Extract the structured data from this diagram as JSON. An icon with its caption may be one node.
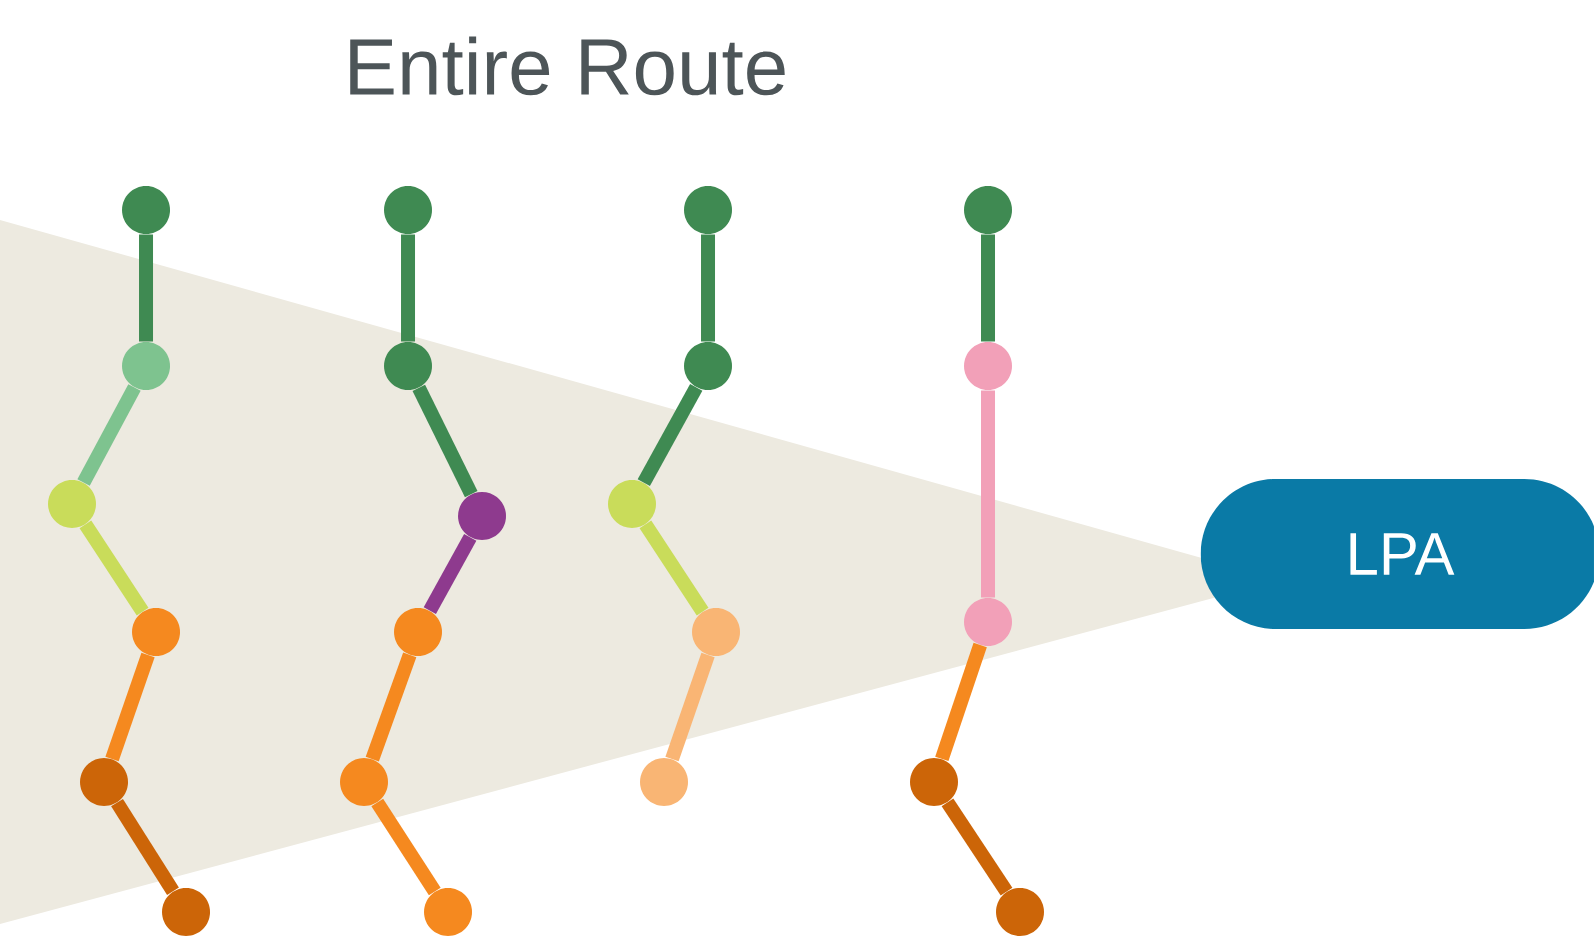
{
  "diagram": {
    "title": "Entire Route",
    "nodes": [
      {
        "text": [],
        "shape": "circle"
      },
      {
        "text": [],
        "shape": "circle"
      },
      {
        "text": [],
        "shape": "circle"
      },
      {
        "text": [],
        "shape": "circle"
      },
      {
        "text": [],
        "shape": "circle"
      },
      {
        "text": [],
        "shape": "circle"
      },
      {
        "text": [],
        "shape": "circle"
      },
      {
        "text": [],
        "shape": "circle"
      },
      {
        "text": [],
        "shape": "circle"
      },
      {
        "text": [],
        "shape": "circle"
      },
      {
        "text": [],
        "shape": "circle"
      },
      {
        "text": [],
        "shape": "circle"
      },
      {
        "text": [],
        "shape": "circle"
      },
      {
        "text": [],
        "shape": "circle"
      },
      {
        "text": [],
        "shape": "circle"
      },
      {
        "text": [],
        "shape": "circle"
      },
      {
        "text": [],
        "shape": "circle"
      },
      {
        "text": [],
        "shape": "circle"
      },
      {
        "text": [],
        "shape": "circle"
      },
      {
        "text": [],
        "shape": "circle"
      },
      {
        "text": [],
        "shape": "circle"
      },
      {
        "text": [],
        "shape": "circle"
      },
      {
        "text": [
          "LPA"
        ]
      }
    ],
    "edges": [
      {
        "from": 0,
        "to": 1,
        "arrow": "none"
      },
      {
        "from": 1,
        "to": 2,
        "arrow": "none",
        "color": "#7ec38f"
      },
      {
        "from": 2,
        "to": 3,
        "arrow": "none",
        "color": "#c9dc5a"
      },
      {
        "from": 3,
        "to": 4,
        "arrow": "none",
        "color": "#f5891f"
      },
      {
        "from": 4,
        "to": 5,
        "arrow": "none",
        "color": "#cc6508"
      },
      {
        "from": 6,
        "to": 7,
        "arrow": "none"
      },
      {
        "from": 7,
        "to": 8,
        "arrow": "none"
      },
      {
        "from": 8,
        "to": 9,
        "arrow": "none",
        "color": "#8e3a8e"
      },
      {
        "from": 9,
        "to": 10,
        "arrow": "none",
        "color": "#f5891f"
      },
      {
        "from": 10,
        "to": 11,
        "arrow": "none",
        "color": "#f5891f"
      },
      {
        "from": 12,
        "to": 13,
        "arrow": "none"
      },
      {
        "from": 13,
        "to": 14,
        "arrow": "none"
      },
      {
        "from": 14,
        "to": 15,
        "arrow": "none",
        "color": "#c9dc5a"
      },
      {
        "from": 15,
        "to": 16,
        "arrow": "none",
        "color": "#f9b574"
      },
      {
        "from": 17,
        "to": 18,
        "arrow": "none"
      },
      {
        "from": 18,
        "to": 19,
        "arrow": "none",
        "color": "#f2a0b8"
      },
      {
        "from": 19,
        "to": 20,
        "arrow": "none",
        "color": "#f5891f"
      },
      {
        "from": 20,
        "to": 21,
        "arrow": "none",
        "color": "#cc6508"
      }
    ]
  }
}
